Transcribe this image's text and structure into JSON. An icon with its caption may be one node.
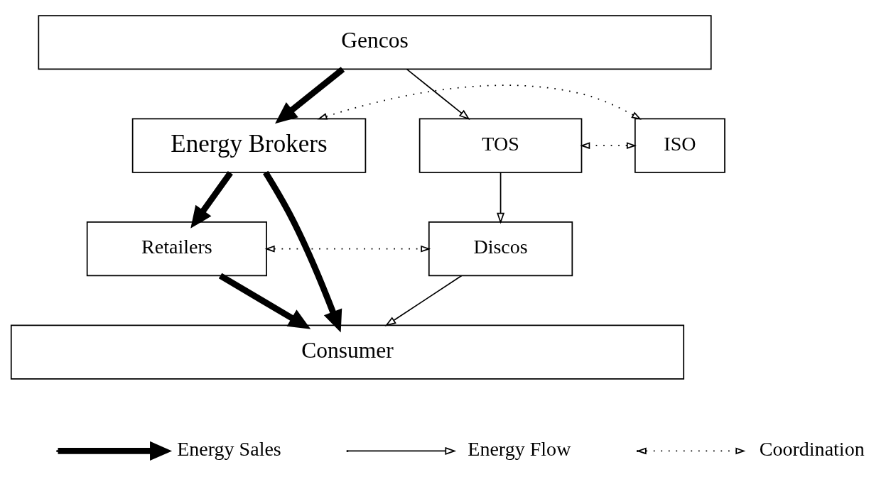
{
  "diagram": {
    "nodes": [
      {
        "text": [
          "Gencos"
        ]
      },
      {
        "text": [
          "Energy Brokers"
        ]
      },
      {
        "text": [
          "ISO"
        ]
      },
      {
        "text": [
          "TOS"
        ]
      },
      {
        "text": [
          "Retailers"
        ]
      },
      {
        "text": [
          "Discos"
        ]
      },
      {
        "text": [
          "Consumer"
        ]
      }
    ],
    "edges": [
      {
        "from": 0,
        "to": 1,
        "arrow": "to",
        "style": "thick"
      },
      {
        "from": 0,
        "to": 3,
        "arrow": "to"
      },
      {
        "from": 1,
        "to": 2,
        "arrow": "both",
        "style": "dashed"
      },
      {
        "from": 2,
        "to": 3,
        "arrow": "both",
        "style": "dashed"
      },
      {
        "from": 1,
        "to": 4,
        "arrow": "to",
        "style": "thick"
      },
      {
        "from": 1,
        "to": 6,
        "arrow": "to",
        "style": "thick"
      },
      {
        "from": 3,
        "to": 5,
        "arrow": "to"
      },
      {
        "from": 4,
        "to": 5,
        "arrow": "both",
        "style": "dashed"
      },
      {
        "from": 4,
        "to": 6,
        "arrow": "to",
        "style": "thick"
      },
      {
        "from": 5,
        "to": 6,
        "arrow": "to"
      }
    ],
    "legend": [
      {
        "text": "Energy Sales"
      },
      {
        "text": "Energy Flow"
      },
      {
        "text": "Coordination"
      }
    ]
  }
}
